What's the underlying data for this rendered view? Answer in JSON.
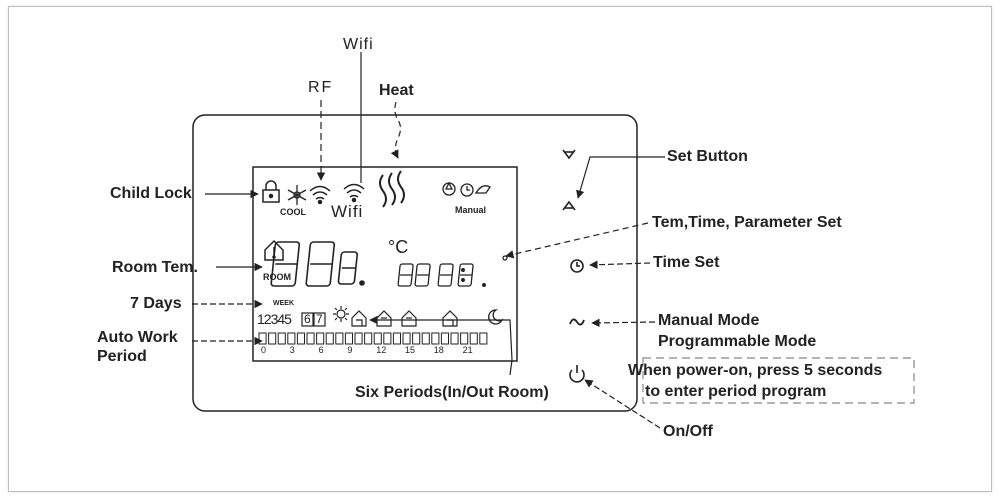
{
  "labels": {
    "wifi_top": "Wifi",
    "rf": "RF",
    "heat": "Heat",
    "child_lock": "Child Lock",
    "room_tem": "Room Tem.",
    "seven_days": "7 Days",
    "auto_work_1": "Auto Work",
    "auto_work_2": "Period",
    "six_periods": "Six Periods(In/Out Room)",
    "set_button": "Set Button",
    "tem_time_param": "Tem,Time, Parameter Set",
    "time_set": "Time Set",
    "manual_mode": "Manual Mode",
    "programmable_mode": "Programmable Mode",
    "power_on_1": "When power-on, press 5 seconds",
    "power_on_2": "to enter period program",
    "on_off": "On/Off"
  },
  "lcd": {
    "cool": "COOL",
    "wifi": "Wifi",
    "manual": "Manual",
    "room": "ROOM",
    "week": "WEEK",
    "days": "12345",
    "day6": "6",
    "day7": "7",
    "temp_digits": "88.8",
    "deg_c": "°C",
    "time_digits": "88:8.8",
    "timeline_ticks": [
      "0",
      "3",
      "6",
      "9",
      "12",
      "15",
      "18",
      "21"
    ]
  },
  "colors": {
    "line": "#222222",
    "dashed_box": "#888888",
    "frame": "#bfbfbf"
  }
}
